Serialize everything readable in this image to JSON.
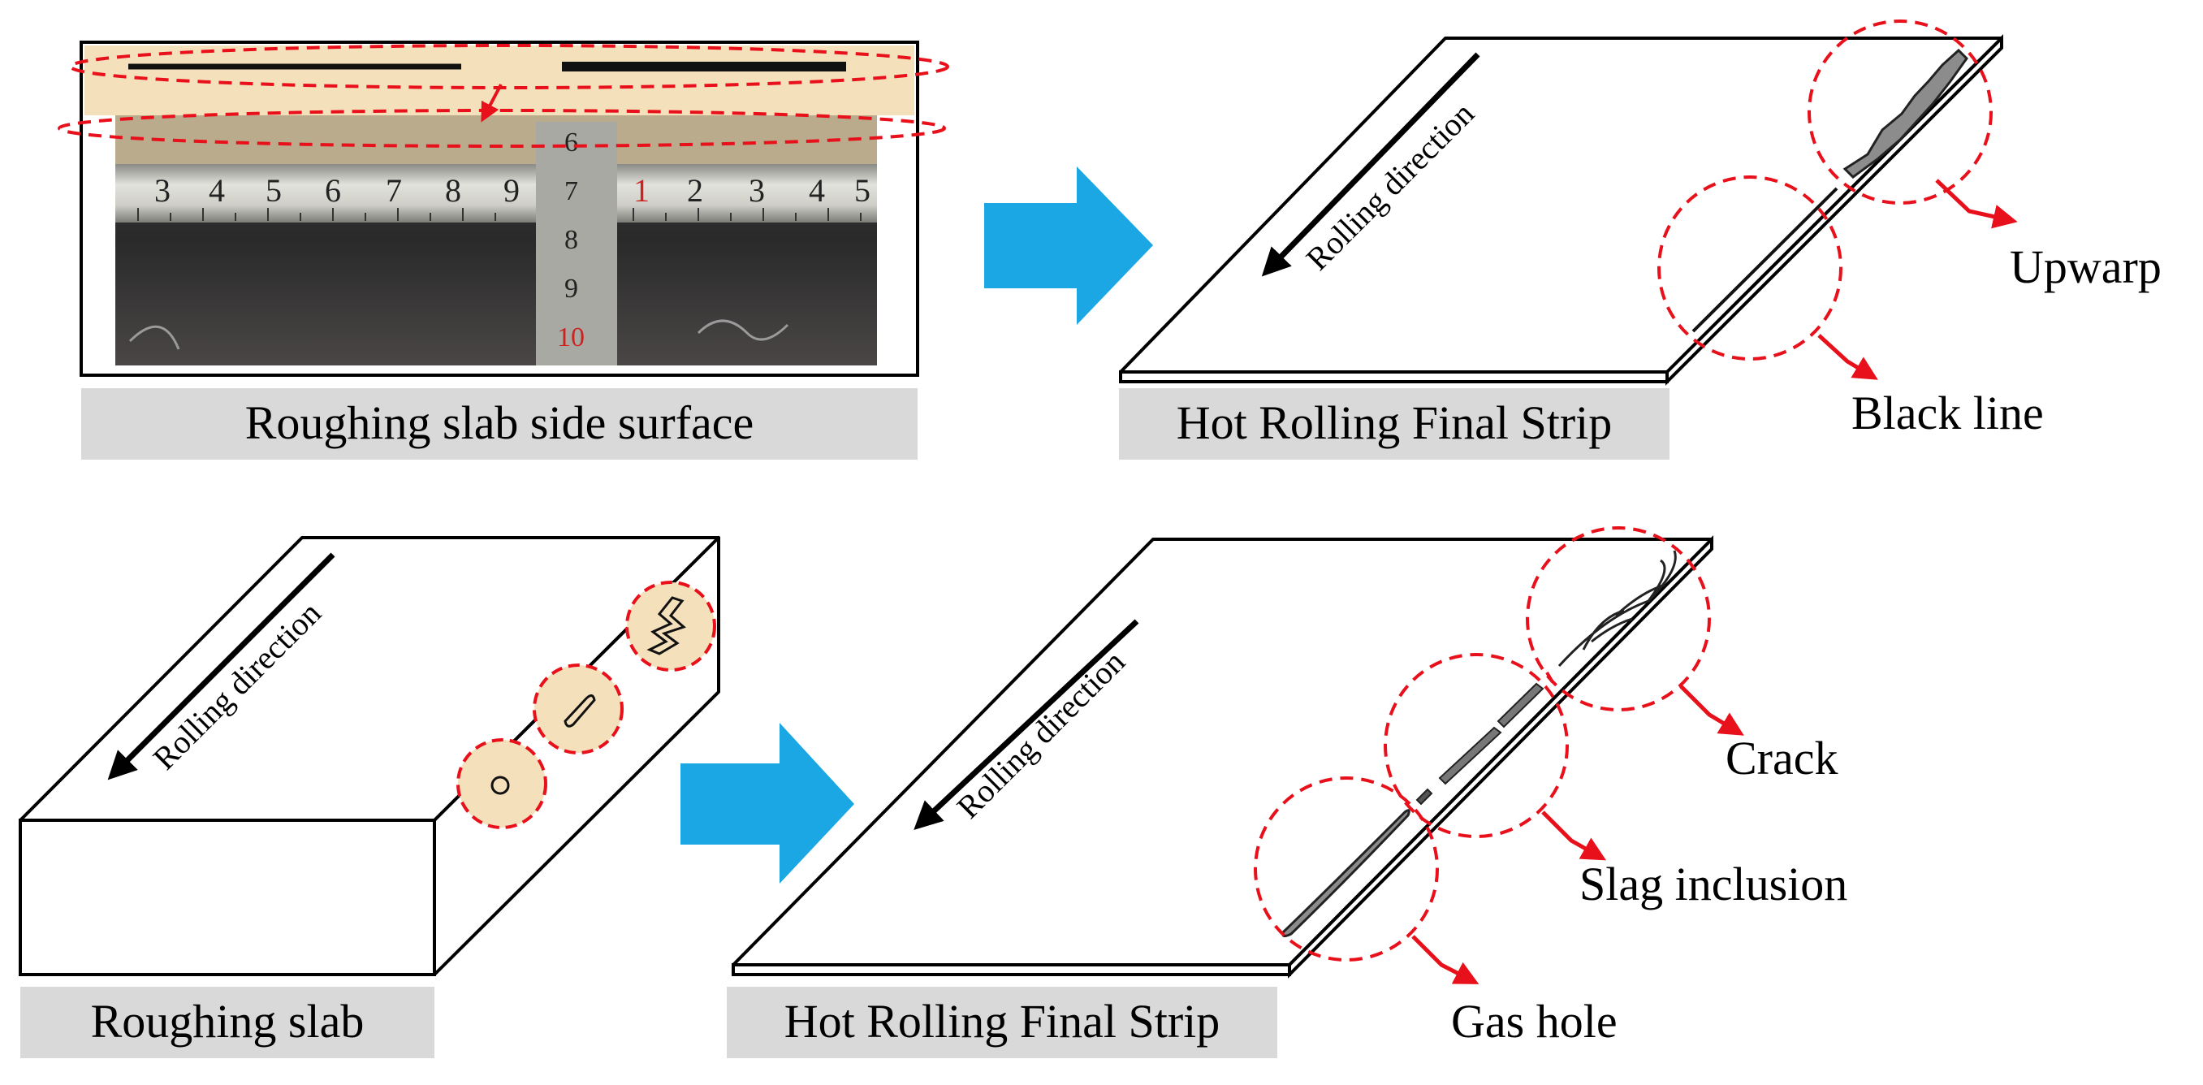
{
  "panels": {
    "top_left": {
      "caption": "Roughing slab side surface"
    },
    "top_right": {
      "caption": "Hot Rolling Final Strip",
      "rolling_direction": "Rolling direction"
    },
    "bottom_left": {
      "caption": "Roughing slab",
      "rolling_direction": "Rolling direction"
    },
    "bottom_right": {
      "caption": "Hot Rolling Final Strip",
      "rolling_direction": "Rolling direction"
    }
  },
  "defects": {
    "upwarp": "Upwarp",
    "black_line": "Black line",
    "crack": "Crack",
    "slag_inclusion": "Slag inclusion",
    "gas_hole": "Gas hole"
  },
  "photo": {
    "ruler_top_numbers": [
      "3",
      "4",
      "5",
      "6",
      "7",
      "8",
      "9",
      "1",
      "2",
      "3",
      "4",
      "5"
    ],
    "ruler_vertical_numbers": [
      "6",
      "7",
      "8",
      "9",
      "10"
    ]
  },
  "colors": {
    "arrow_fill": "#1ba6e4",
    "highlight_red": "#e8101a",
    "caption_band": "#d9d9d9",
    "slab_band": "#f4e1bc"
  }
}
